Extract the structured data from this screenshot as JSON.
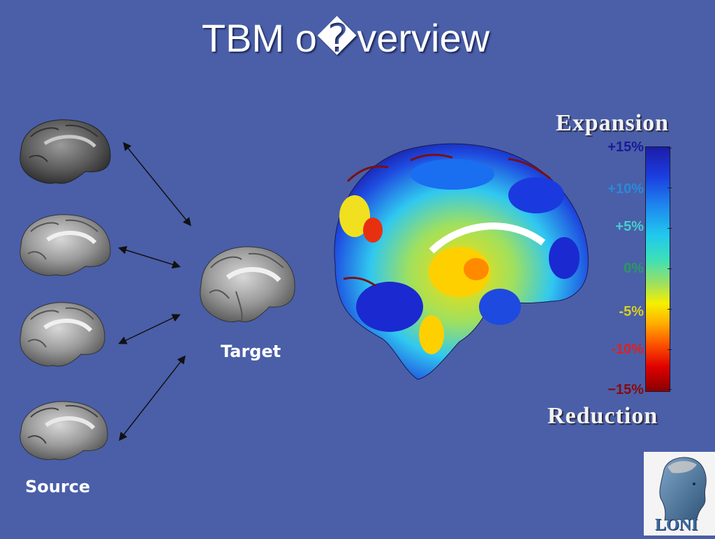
{
  "title": "TBM o�verview",
  "labels": {
    "target": "Target",
    "source": "Source"
  },
  "colorbar": {
    "top_label": "Expansion",
    "bottom_label": "Reduction",
    "ticks": [
      {
        "label": "+15%",
        "color": "#1a1a9a"
      },
      {
        "label": "+10%",
        "color": "#2a8ad8"
      },
      {
        "label": "+5%",
        "color": "#44d0d0"
      },
      {
        "label": "0%",
        "color": "#2a9a60"
      },
      {
        "label": "-5%",
        "color": "#d8d020"
      },
      {
        "label": "-10%",
        "color": "#e02020"
      },
      {
        "label": "−15%",
        "color": "#8a0a0a"
      }
    ]
  },
  "logo": {
    "text": "LONI"
  }
}
